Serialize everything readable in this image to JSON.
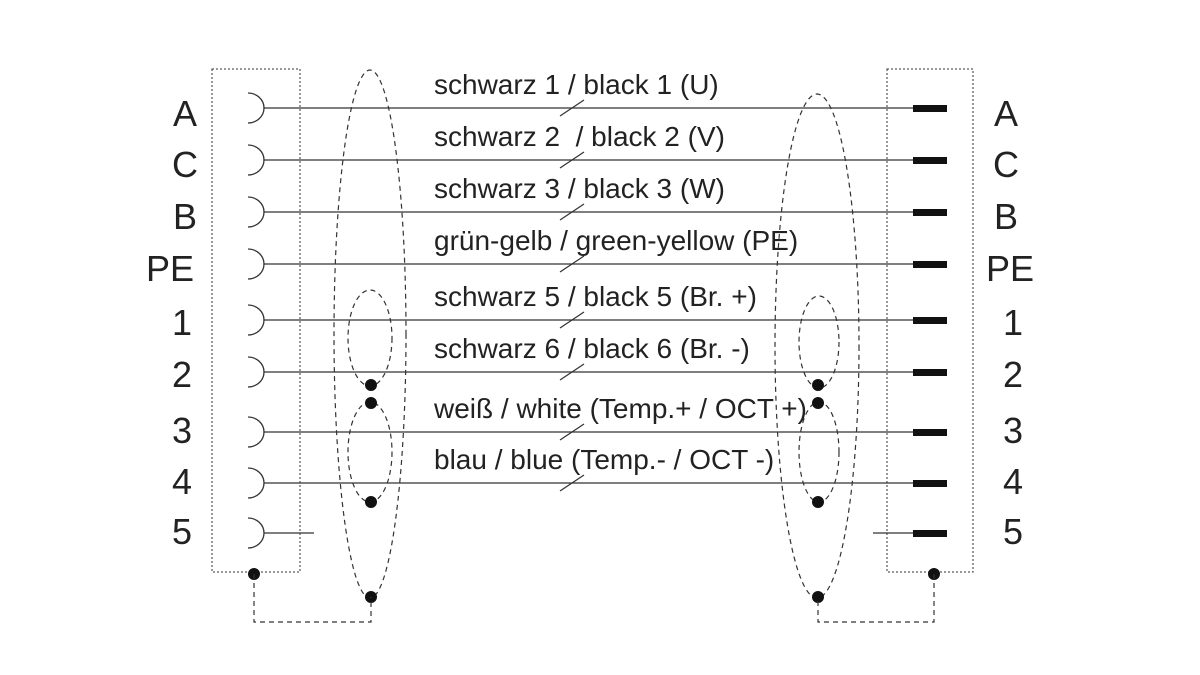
{
  "left_pins": [
    "A",
    "C",
    "B",
    "PE",
    "1",
    "2",
    "3",
    "4",
    "5"
  ],
  "right_pins": [
    "A",
    "C",
    "B",
    "PE",
    "1",
    "2",
    "3",
    "4",
    "5"
  ],
  "wires": [
    "schwarz 1 / black 1 (U)",
    "schwarz 2  / black 2 (V)",
    "schwarz 3 / black 3 (W)",
    "grün-gelb / green-yellow (PE)",
    "schwarz 5 / black 5 (Br. +)",
    "schwarz 6 / black 6 (Br. -)",
    "weiß / white (Temp.+ / OCT +)",
    "blau / blue (Temp.- / OCT -)"
  ]
}
